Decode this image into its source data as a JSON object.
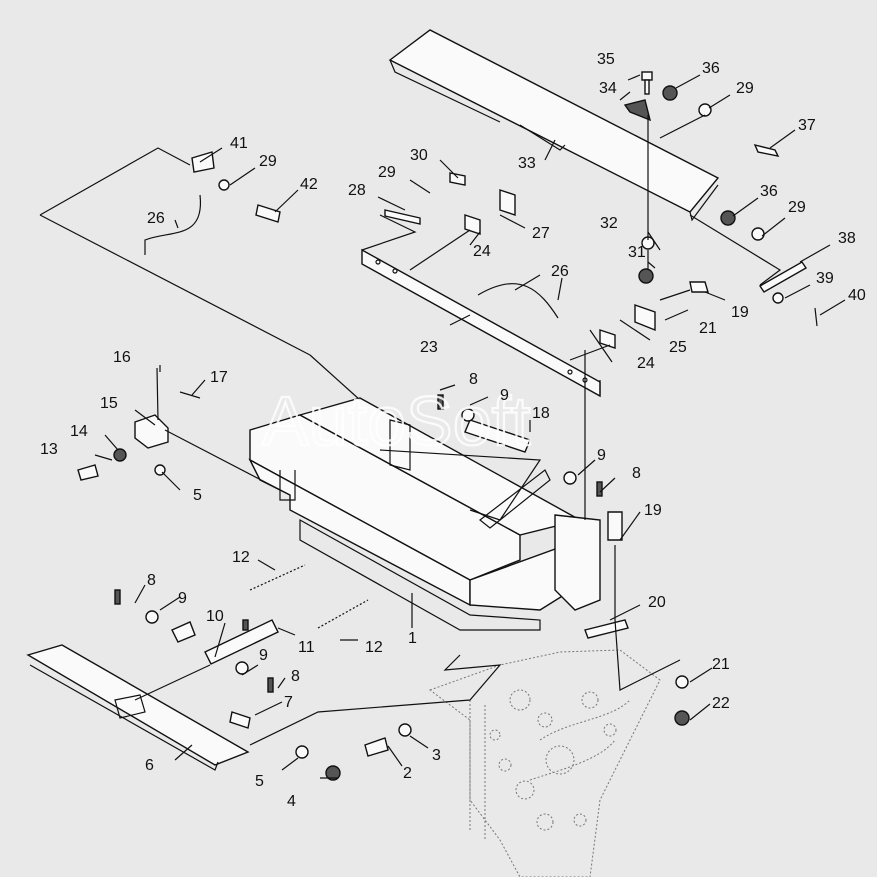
{
  "watermark": "AutoSoft",
  "callouts": [
    {
      "id": "c1",
      "text": "1"
    },
    {
      "id": "c2",
      "text": "2"
    },
    {
      "id": "c3",
      "text": "3"
    },
    {
      "id": "c4a",
      "text": "4"
    },
    {
      "id": "c5a",
      "text": "5"
    },
    {
      "id": "c5b",
      "text": "5"
    },
    {
      "id": "c6",
      "text": "6"
    },
    {
      "id": "c7",
      "text": "7"
    },
    {
      "id": "c8a",
      "text": "8"
    },
    {
      "id": "c8b",
      "text": "8"
    },
    {
      "id": "c8c",
      "text": "8"
    },
    {
      "id": "c8d",
      "text": "8"
    },
    {
      "id": "c9a",
      "text": "9"
    },
    {
      "id": "c9b",
      "text": "9"
    },
    {
      "id": "c9c",
      "text": "9"
    },
    {
      "id": "c9d",
      "text": "9"
    },
    {
      "id": "c10",
      "text": "10"
    },
    {
      "id": "c11",
      "text": "11"
    },
    {
      "id": "c12a",
      "text": "12"
    },
    {
      "id": "c12b",
      "text": "12"
    },
    {
      "id": "c13",
      "text": "13"
    },
    {
      "id": "c14",
      "text": "14"
    },
    {
      "id": "c15",
      "text": "15"
    },
    {
      "id": "c16",
      "text": "16"
    },
    {
      "id": "c17",
      "text": "17"
    },
    {
      "id": "c18",
      "text": "18"
    },
    {
      "id": "c19a",
      "text": "19"
    },
    {
      "id": "c19b",
      "text": "19"
    },
    {
      "id": "c20",
      "text": "20"
    },
    {
      "id": "c21a",
      "text": "21"
    },
    {
      "id": "c21b",
      "text": "21"
    },
    {
      "id": "c22",
      "text": "22"
    },
    {
      "id": "c23",
      "text": "23"
    },
    {
      "id": "c24a",
      "text": "24"
    },
    {
      "id": "c24b",
      "text": "24"
    },
    {
      "id": "c25",
      "text": "25"
    },
    {
      "id": "c26a",
      "text": "26"
    },
    {
      "id": "c26b",
      "text": "26"
    },
    {
      "id": "c27",
      "text": "27"
    },
    {
      "id": "c28",
      "text": "28"
    },
    {
      "id": "c29a",
      "text": "29"
    },
    {
      "id": "c29b",
      "text": "29"
    },
    {
      "id": "c29c",
      "text": "29"
    },
    {
      "id": "c29d",
      "text": "29"
    },
    {
      "id": "c30",
      "text": "30"
    },
    {
      "id": "c31",
      "text": "31"
    },
    {
      "id": "c32",
      "text": "32"
    },
    {
      "id": "c33",
      "text": "33"
    },
    {
      "id": "c34",
      "text": "34"
    },
    {
      "id": "c35",
      "text": "35"
    },
    {
      "id": "c36a",
      "text": "36"
    },
    {
      "id": "c36b",
      "text": "36"
    },
    {
      "id": "c37",
      "text": "37"
    },
    {
      "id": "c38",
      "text": "38"
    },
    {
      "id": "c39",
      "text": "39"
    },
    {
      "id": "c40",
      "text": "40"
    },
    {
      "id": "c41",
      "text": "41"
    },
    {
      "id": "c42",
      "text": "42"
    }
  ]
}
